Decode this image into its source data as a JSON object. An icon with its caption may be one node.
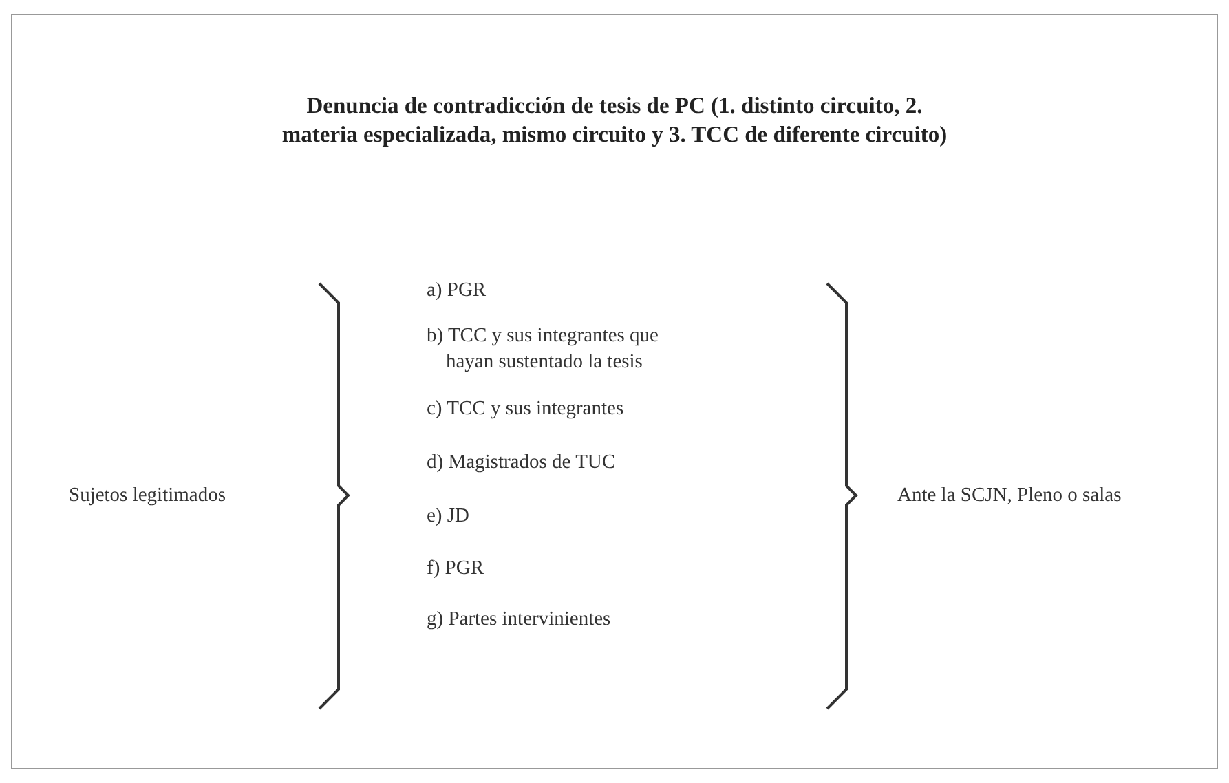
{
  "diagram": {
    "title": "Denuncia de contradicción de tesis de PC (1. distinto circuito, 2. materia especializada, mismo circuito y 3. TCC de diferente circuito)",
    "labels": [
      "Sujetos legitimados",
      "a) PGR",
      "b) TCC y sus integrantes que hayan sustentado la tesis",
      "c) TCC y sus integrantes",
      "d) Magistrados de TUC",
      "e) JD",
      "f) PGR",
      "g) Partes intervinientes",
      "Ante la SCJN, Pleno o salas"
    ]
  }
}
